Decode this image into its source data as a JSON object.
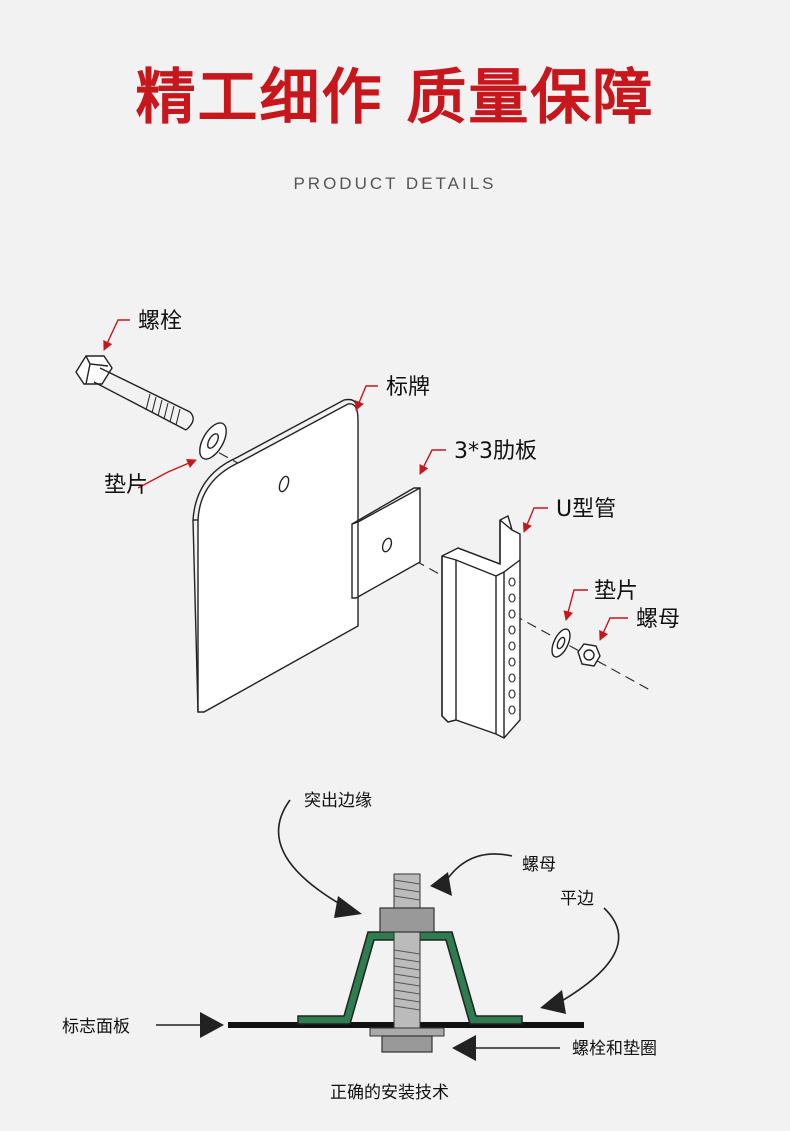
{
  "header": {
    "title": "精工细作  质量保障",
    "subtitle": "PRODUCT DETAILS"
  },
  "exploded_view": {
    "labels": {
      "bolt": "螺栓",
      "washer_left": "垫片",
      "sign": "标牌",
      "rib_plate": "3*3肋板",
      "u_channel": "U型管",
      "washer_right": "垫片",
      "nut": "螺母"
    },
    "leader_color": "#c8161d"
  },
  "installation_view": {
    "labels": {
      "protruding_edge": "突出边缘",
      "nut": "螺母",
      "flat_edge": "平边",
      "sign_panel": "标志面板",
      "bolt_and_washer": "螺栓和垫圈"
    },
    "caption": "正确的安装技术",
    "channel_color": "#2e7d4f"
  }
}
